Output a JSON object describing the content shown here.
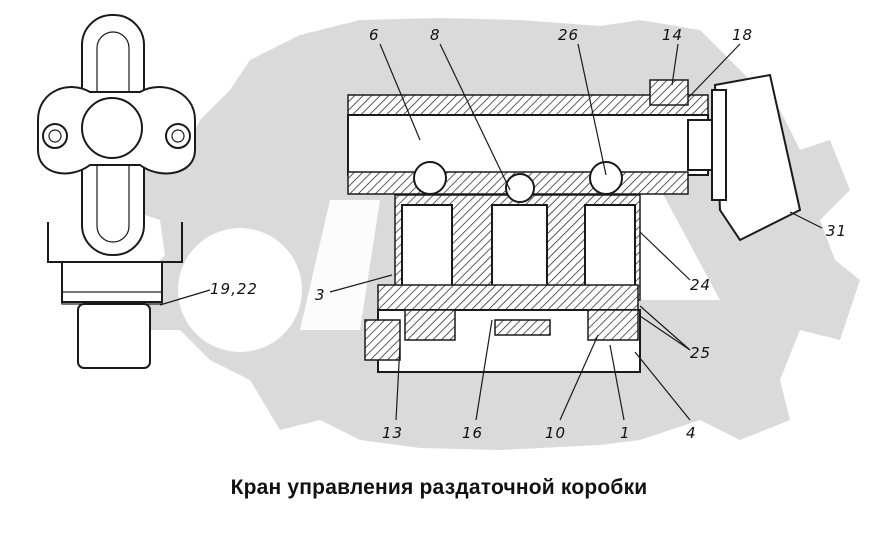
{
  "caption": "Кран управления раздаточной коробки",
  "callouts": {
    "c6": "6",
    "c8": "8",
    "c26": "26",
    "c14": "14",
    "c18": "18",
    "c31": "31",
    "c24": "24",
    "c25": "25",
    "c3": "3",
    "c19_22": "19,22",
    "c13": "13",
    "c16": "16",
    "c10": "10",
    "c1": "1",
    "c4": "4"
  },
  "colors": {
    "ink": "#1a1a1a",
    "watermark": "#d6d6d6",
    "background": "#ffffff"
  }
}
